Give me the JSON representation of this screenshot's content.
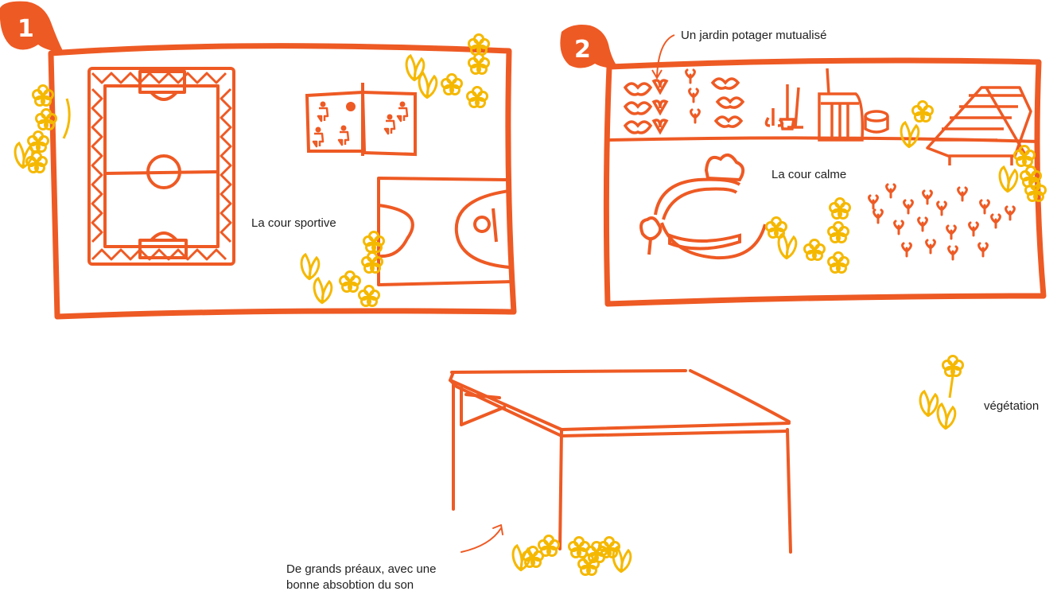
{
  "badges": {
    "first": "1",
    "second": "2"
  },
  "labels": {
    "cour_sportive": "La cour sportive",
    "jardin": "Un jardin potager mutualisé",
    "cour_calme": "La cour calme",
    "vegetation": "végétation",
    "preaux_line1": "De grands préaux, avec une",
    "preaux_line2": "bonne absobtion du son"
  },
  "colors": {
    "orange": "#ee5a24",
    "yellow": "#f5b800",
    "text": "#1f1f1f"
  }
}
